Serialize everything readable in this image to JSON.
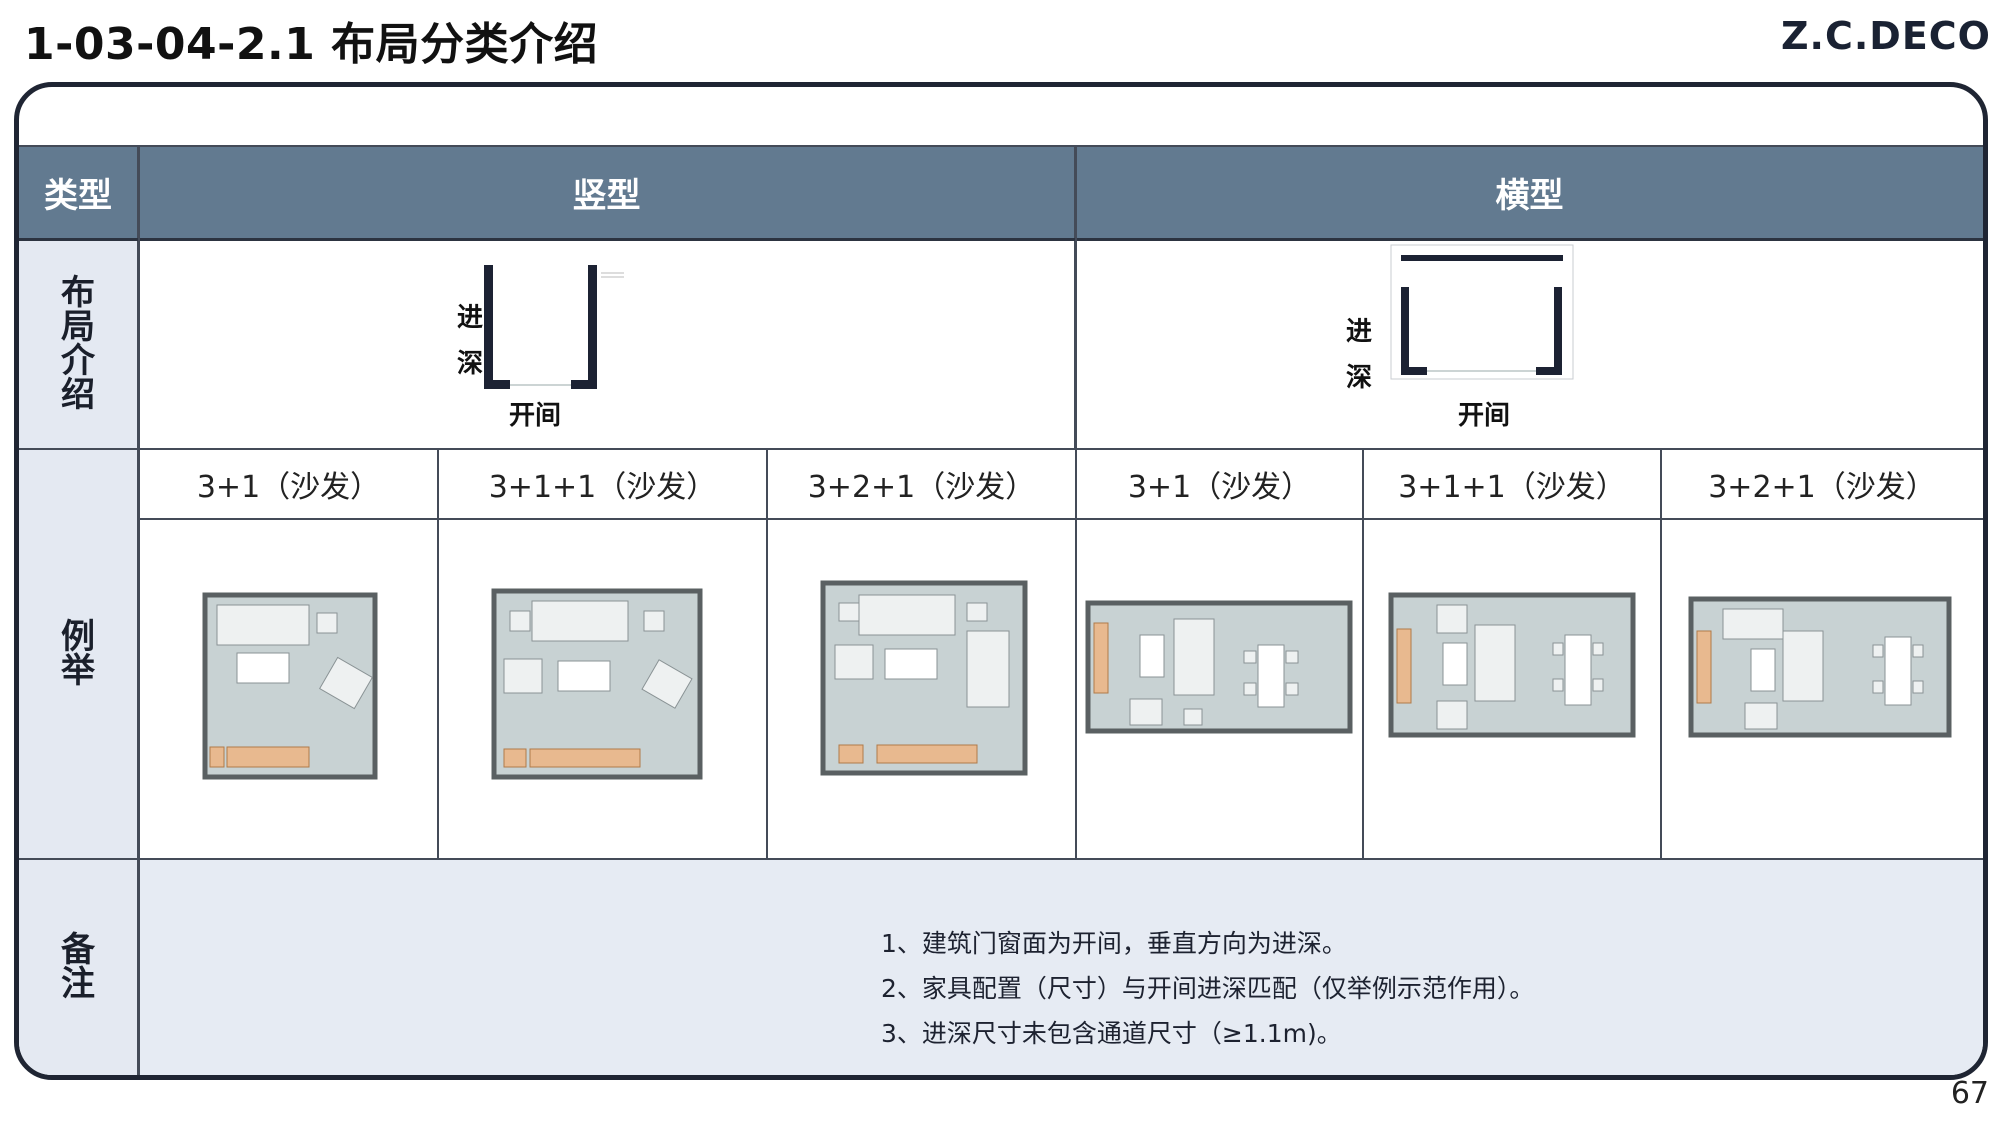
{
  "header": {
    "title": "1-03-04-2.1 布局分类介绍",
    "brand": "Z.C.DECO"
  },
  "table": {
    "col_type": "类型",
    "col_vertical": "竖型",
    "col_horizontal": "横型",
    "row_layout": "布局介绍",
    "row_examples": "例举",
    "row_notes": "备注",
    "diagram_depth": [
      "进",
      "深"
    ],
    "diagram_width": "开间",
    "vertical_configs": [
      "3+1（沙发）",
      "3+1+1（沙发）",
      "3+2+1（沙发）"
    ],
    "horizontal_configs": [
      "3+1（沙发）",
      "3+1+1（沙发）",
      "3+2+1（沙发）"
    ],
    "notes": [
      "1、建筑门窗面为开间，垂直方向为进深。",
      "2、家具配置（尺寸）与开间进深匹配（仅举例示范作用）。",
      "3、进深尺寸未包含通道尺寸（≥1.1m)。"
    ]
  },
  "footer": {
    "page_number": "67"
  },
  "colors": {
    "header_bg": "#627a90",
    "side_bg": "#e4e9f2",
    "floor": "#c8d2d3",
    "wall": "#5a6062",
    "wood": "#e8b98f"
  }
}
